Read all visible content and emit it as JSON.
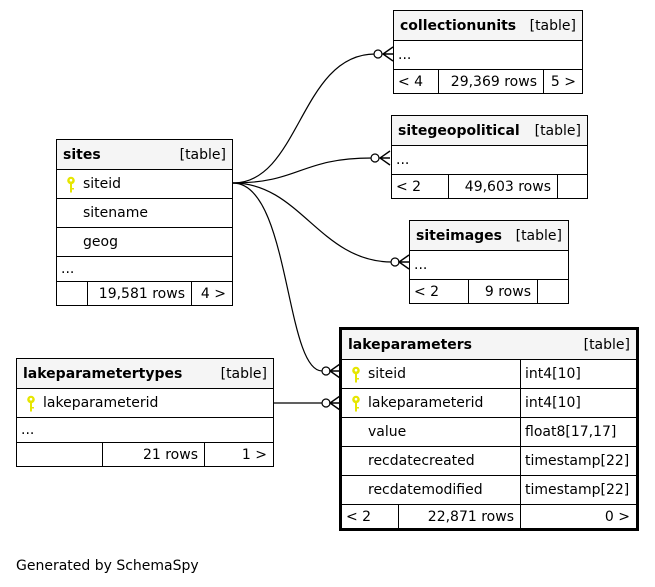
{
  "footer": "Generated by SchemaSpy",
  "colors": {
    "key": "#e6e600",
    "header_bg": "#f5f5f5",
    "line": "#000000"
  },
  "tables": {
    "collectionunits": {
      "name": "collectionunits",
      "kind": "[table]",
      "ellipsis": "...",
      "prev": "< 4",
      "rows": "29,369 rows",
      "next": "5 >"
    },
    "sitegeopolitical": {
      "name": "sitegeopolitical",
      "kind": "[table]",
      "ellipsis": "...",
      "prev": "< 2",
      "rows": "49,603 rows",
      "next": ""
    },
    "siteimages": {
      "name": "siteimages",
      "kind": "[table]",
      "ellipsis": "...",
      "prev": "< 2",
      "rows": "9 rows",
      "next": ""
    },
    "sites": {
      "name": "sites",
      "kind": "[table]",
      "columns": [
        "siteid",
        "sitename",
        "geog"
      ],
      "ellipsis": "...",
      "prev": "",
      "rows": "19,581 rows",
      "next": "4 >"
    },
    "lakeparametertypes": {
      "name": "lakeparametertypes",
      "kind": "[table]",
      "columns": [
        "lakeparameterid"
      ],
      "ellipsis": "...",
      "prev": "",
      "rows": "21 rows",
      "next": "1 >"
    },
    "lakeparameters": {
      "name": "lakeparameters",
      "kind": "[table]",
      "columns": [
        {
          "name": "siteid",
          "type": "int4[10]"
        },
        {
          "name": "lakeparameterid",
          "type": "int4[10]"
        },
        {
          "name": "value",
          "type": "float8[17,17]"
        },
        {
          "name": "recdatecreated",
          "type": "timestamp[22]"
        },
        {
          "name": "recdatemodified",
          "type": "timestamp[22]"
        }
      ],
      "prev": "< 2",
      "rows": "22,871 rows",
      "next": "0 >"
    }
  }
}
